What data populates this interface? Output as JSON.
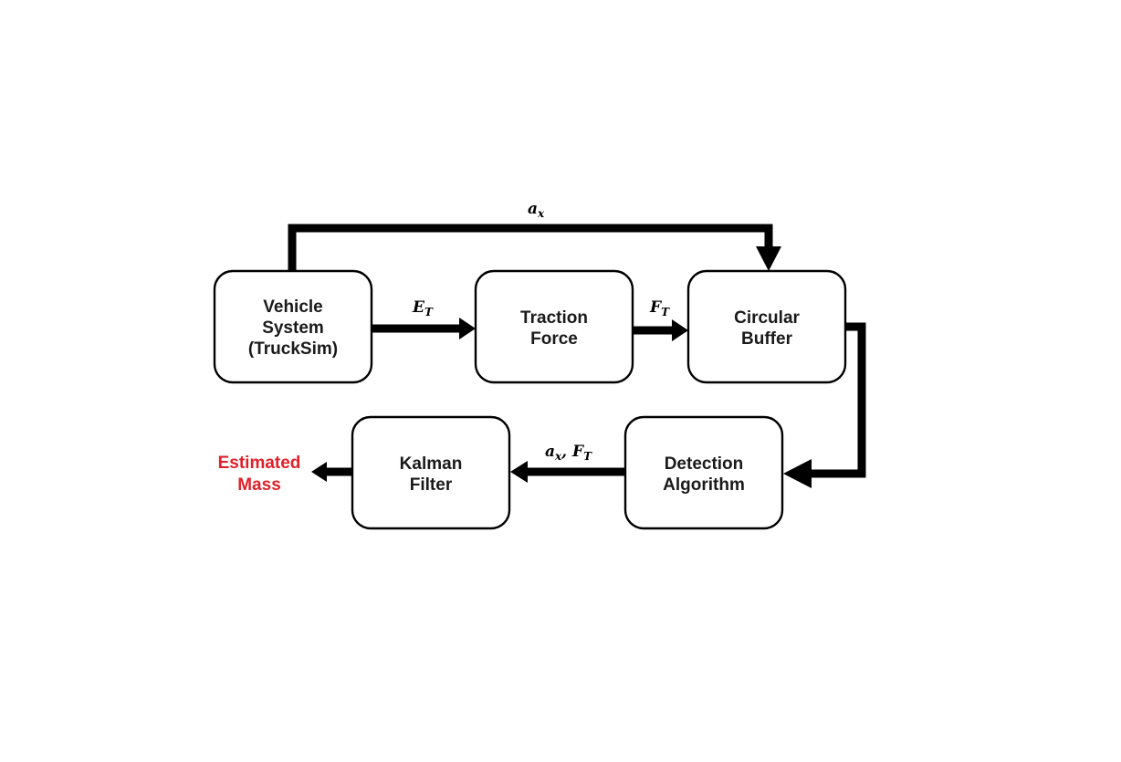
{
  "diagram": {
    "nodes": {
      "vehicle": {
        "lines": [
          "Vehicle",
          "System",
          "(TruckSim)"
        ]
      },
      "traction": {
        "lines": [
          "Traction",
          "Force"
        ]
      },
      "buffer": {
        "lines": [
          "Circular",
          "Buffer"
        ]
      },
      "detection": {
        "lines": [
          "Detection",
          "Algorithm"
        ]
      },
      "kalman": {
        "lines": [
          "Kalman",
          "Filter"
        ]
      }
    },
    "output": {
      "lines": [
        "Estimated",
        "Mass"
      ],
      "color": "#e0202a"
    },
    "signals": {
      "ax_feedback": {
        "main": "a",
        "sub": "x"
      },
      "et": {
        "main": "E",
        "sub": "T"
      },
      "ft": {
        "main": "F",
        "sub": "T"
      },
      "ax_ft": {
        "main1": "a",
        "sub1": "x",
        "sep": ", ",
        "main2": "F",
        "sub2": "T"
      }
    }
  }
}
